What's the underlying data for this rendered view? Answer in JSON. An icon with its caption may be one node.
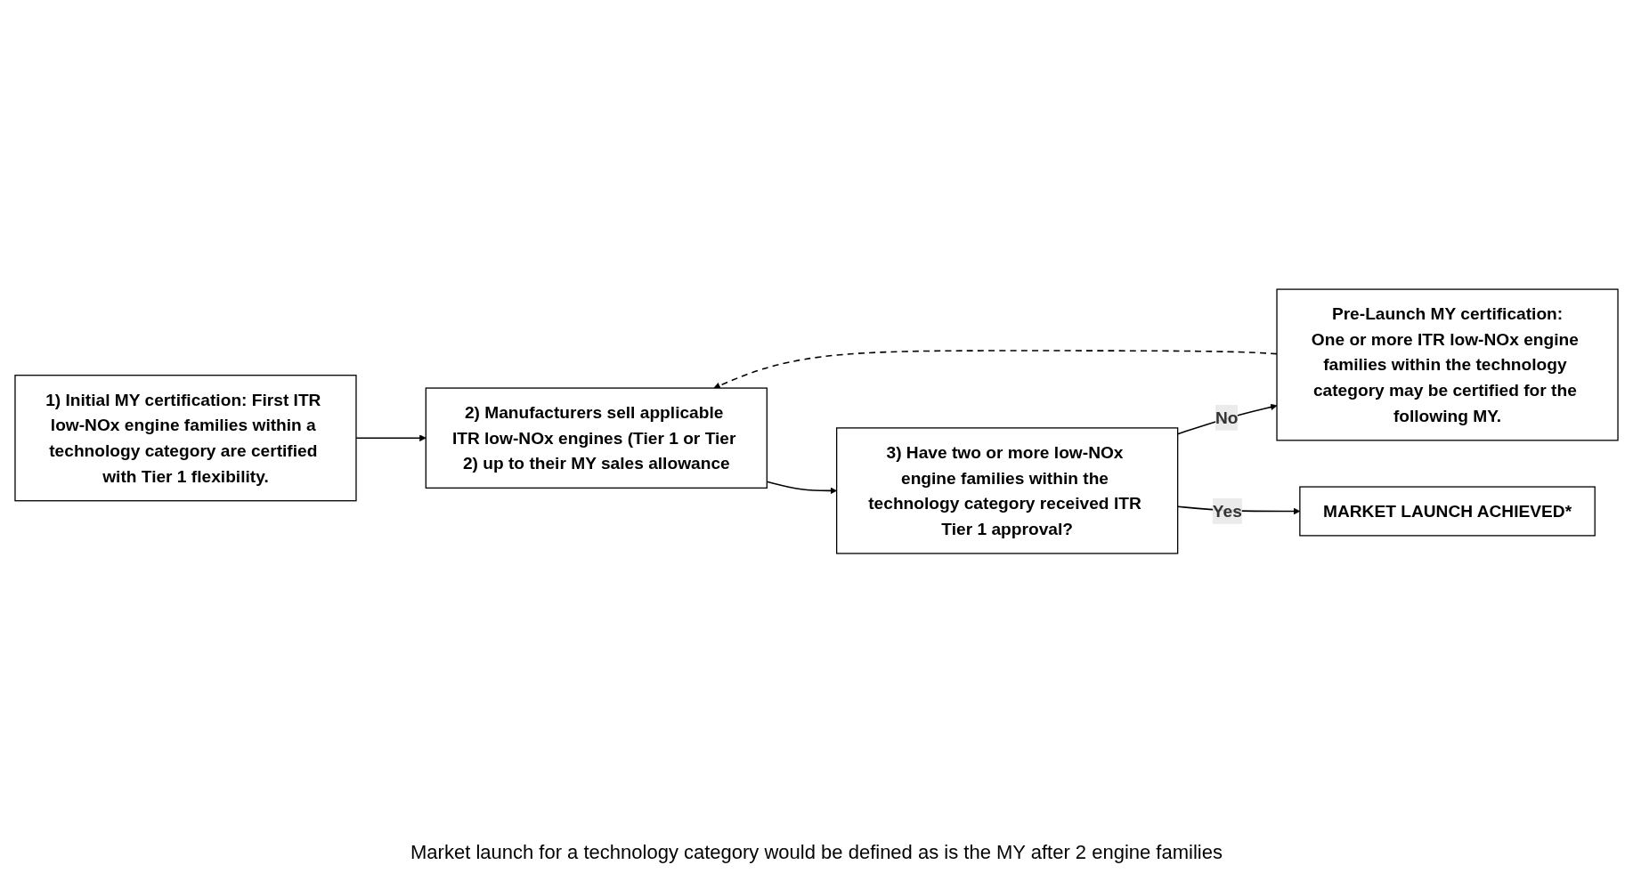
{
  "diagram": {
    "nodes": [
      {
        "text": [
          "1) Initial MY certification: First ITR low-NOx engine families within a technology category are certified with Tier 1 flexibility."
        ]
      },
      {
        "text": [
          "2) Manufacturers sell applicable ITR low-NOx engines (Tier 1 or Tier 2) up to their MY sales allowance"
        ]
      },
      {
        "text": [
          "Pre-Launch MY certification:",
          "One or more ITR low-NOx engine families within the technology category may be certified for the following MY."
        ]
      },
      {
        "text": [
          "3) Have two or more low-NOx engine families within the technology category received ITR Tier 1 approval?"
        ]
      },
      {
        "text": [
          "MARKET LAUNCH ACHIEVED*"
        ]
      }
    ],
    "edges": [
      {
        "from": 0,
        "to": 1,
        "arrow": "to"
      },
      {
        "from": 2,
        "to": 1,
        "arrow": "to",
        "style": "dashed"
      },
      {
        "from": 1,
        "to": 3,
        "arrow": "to"
      },
      {
        "from": 3,
        "to": 2,
        "arrow": "to",
        "label": "No"
      },
      {
        "from": 3,
        "to": 4,
        "arrow": "to",
        "label": "Yes"
      }
    ],
    "labels": [
      "Market launch for a technology category would be defined as is the MY after 2 engine families"
    ]
  }
}
